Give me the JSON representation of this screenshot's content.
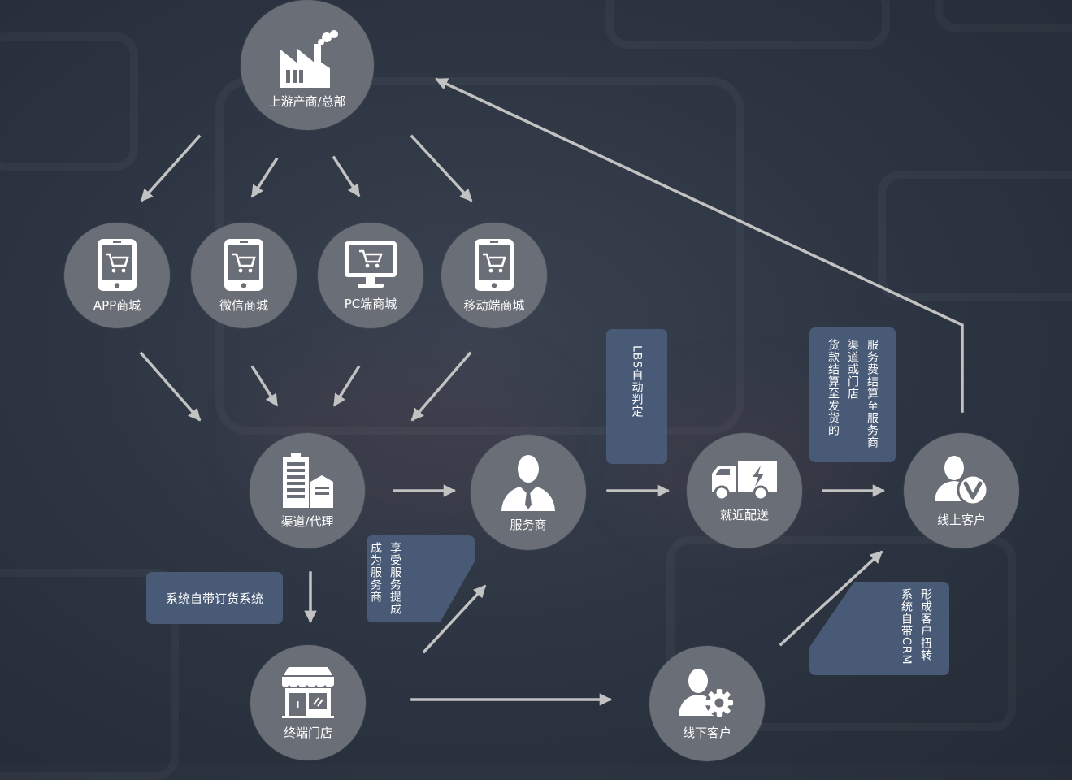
{
  "colors": {
    "background": "#2c3441",
    "node_fill": "#6a6e76",
    "note_fill": "#485a75",
    "arrow": "#c2c2c2"
  },
  "nodes": {
    "upstream": {
      "label": "上游产商/总部",
      "icon": "factory-icon"
    },
    "app_mall": {
      "label": "APP商城",
      "icon": "phone-cart-icon"
    },
    "wechat_mall": {
      "label": "微信商城",
      "icon": "phone-cart-icon"
    },
    "pc_mall": {
      "label": "PC端商城",
      "icon": "monitor-cart-icon"
    },
    "mobile_mall": {
      "label": "移动端商城",
      "icon": "phone-cart-icon"
    },
    "channel_agent": {
      "label": "渠道/代理",
      "icon": "building-icon"
    },
    "service_provider": {
      "label": "服务商",
      "icon": "businessman-icon"
    },
    "nearby_delivery": {
      "label": "就近配送",
      "icon": "delivery-truck-icon"
    },
    "online_customer": {
      "label": "线上客户",
      "icon": "user-v-icon"
    },
    "terminal_store": {
      "label": "终端门店",
      "icon": "storefront-icon"
    },
    "offline_customer": {
      "label": "线下客户",
      "icon": "user-gear-icon"
    }
  },
  "notes": {
    "lbs": "LBS自动判定",
    "settlement_col1": "服务费结算至服务商",
    "settlement_col2": "渠道或门店",
    "settlement_col3": "货款结算至发货的",
    "ordering_system": "系统自带订货系统",
    "commission_col1": "享受服务提成",
    "commission_col2": "成为服务商",
    "crm_col1": "形成客户扭转",
    "crm_col2": "系统自带CRM"
  }
}
